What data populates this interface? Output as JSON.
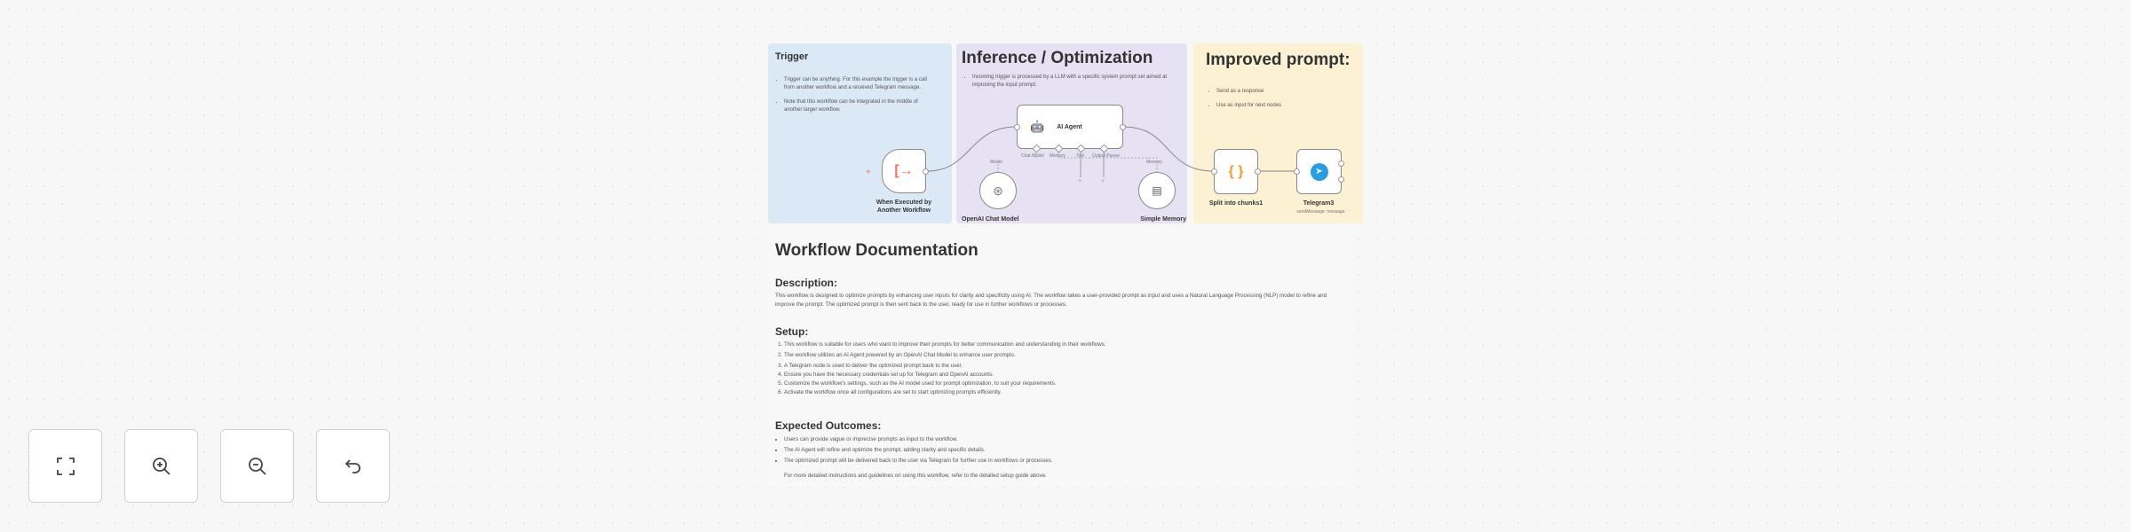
{
  "canvas": {
    "trigger_note": {
      "title": "Trigger",
      "bullets": [
        "Trigger can be anything. For this example the trigger is a call from another workflow and a received Telegram message.",
        "Note that this workflow can be integrated in the middle of another larger workflow."
      ],
      "color": "#dbe8f6"
    },
    "inference_note": {
      "title": "Inference / Optimization",
      "bullets": [
        "Incoming trigger is processed by a LLM with a specific system prompt set aimed at improving the input prompt."
      ],
      "color": "#e6e2f3"
    },
    "improved_note": {
      "title": "Improved prompt:",
      "bullets": [
        "Send as a response",
        "Use as input for next nodes"
      ],
      "color": "#fdf1d3"
    },
    "nodes": {
      "trigger": {
        "label": "When Executed by Another Workflow",
        "icon": "sign-out-icon"
      },
      "agent": {
        "label": "AI Agent",
        "icon": "robot-icon",
        "ports": [
          "Chat Model",
          "Memory",
          "Tool",
          "Output Parser"
        ]
      },
      "openai": {
        "label": "OpenAI Chat Model",
        "icon": "openai-icon",
        "port_label": "Model"
      },
      "memory": {
        "label": "Simple Memory",
        "icon": "database-icon",
        "port_label": "Memory"
      },
      "split": {
        "label": "Split into chunks1",
        "icon": "code-braces-icon"
      },
      "telegram": {
        "label": "Telegram3",
        "subtitle": "sendMessage: message",
        "icon": "telegram-icon"
      }
    }
  },
  "doc": {
    "title": "Workflow Documentation",
    "description_heading": "Description:",
    "description": "This workflow is designed to optimize prompts by enhancing user inputs for clarity and specificity using AI. The workflow takes a user-provided prompt as input and uses a Natural Language Processing (NLP) model to refine and improve the prompt. The optimized prompt is then sent back to the user, ready for use in further workflows or processes.",
    "setup_heading": "Setup:",
    "setup": [
      "This workflow is suitable for users who want to improve their prompts for better communication and understanding in their workflows.",
      "The workflow utilizes an AI Agent powered by an OpenAI Chat Model to enhance user prompts.",
      "A Telegram node is used to deliver the optimized prompt back to the user.",
      "Ensure you have the necessary credentials set up for Telegram and OpenAI accounts.",
      "Customize the workflow's settings, such as the AI model used for prompt optimization, to suit your requirements.",
      "Activate the workflow once all configurations are set to start optimizing prompts efficiently."
    ],
    "outcomes_heading": "Expected Outcomes:",
    "outcomes": [
      "Users can provide vague or imprecise prompts as input to the workflow.",
      "The AI Agent will refine and optimize the prompt, adding clarity and specific details.",
      "The optimized prompt will be delivered back to the user via Telegram for further use in workflows or processes."
    ],
    "footer": "For more detailed instructions and guidelines on using this workflow, refer to the detailed setup guide above."
  },
  "controls": [
    {
      "icon": "fit-view-icon"
    },
    {
      "icon": "zoom-in-icon"
    },
    {
      "icon": "zoom-out-icon"
    },
    {
      "icon": "undo-icon"
    }
  ]
}
